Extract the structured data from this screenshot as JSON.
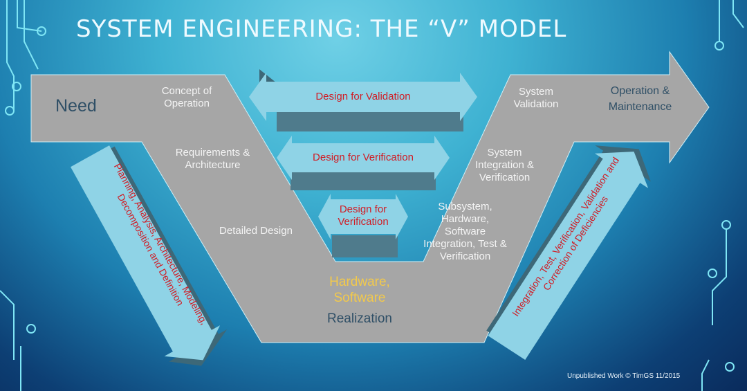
{
  "title": "SYSTEM ENGINEERING: THE “V” MODEL",
  "left": {
    "need": "Need",
    "concept": "Concept of Operation",
    "requirements": "Requirements & Architecture",
    "detailed": "Detailed Design"
  },
  "bottom": {
    "hw_sw": "Hardware, Software",
    "realization": "Realization"
  },
  "right": {
    "subsystem": "Subsystem, Hardware, Software Integration, Test & Verification",
    "system_integration": "System Integration & Verification",
    "system_validation": "System Validation",
    "operation": "Operation & Maintenance"
  },
  "middle": {
    "validation": "Design for Validation",
    "verification": "Design for Verification",
    "verification_small": "Design for Verification"
  },
  "side_arrows": {
    "left": "Planning, Analysis, Architecture, Modeling, Decomposition and Definition",
    "right": "Integration, Test, Verification, Validation and Correction of Deficiencies"
  },
  "footer": "Unpublished Work © TimGS 11/2015",
  "colors": {
    "gray": "#a6a6a6",
    "arrow": "#8fd3e6",
    "red": "#d11c24",
    "yellow": "#f2c94c"
  }
}
